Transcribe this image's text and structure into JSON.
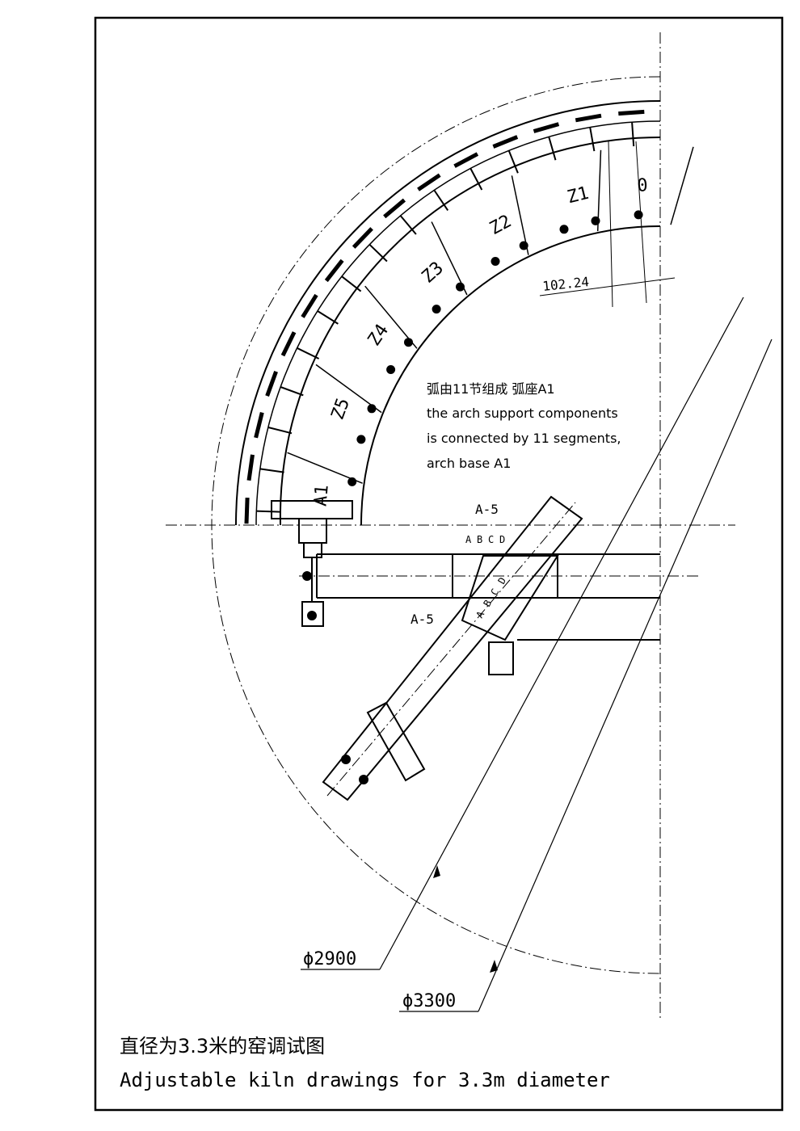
{
  "segments": [
    {
      "label": "0"
    },
    {
      "label": "Z1"
    },
    {
      "label": "Z2"
    },
    {
      "label": "Z3"
    },
    {
      "label": "Z4"
    },
    {
      "label": "Z5"
    },
    {
      "label": "A1"
    }
  ],
  "dimension_value": "102.24",
  "note": {
    "zh": "弧由11节组成 弧座A1",
    "en_line1": "the arch support components",
    "en_line2": "is connected by 11 segments,",
    "en_line3": "arch base A1"
  },
  "section_labels": {
    "upper": "A-5",
    "lower": "A-5",
    "letters_horizontal": [
      "A",
      "B",
      "C",
      "D"
    ],
    "letters_diagonal": [
      "A",
      "B",
      "C",
      "D"
    ]
  },
  "diameters": {
    "inner": "ϕ2900",
    "outer": "ϕ3300"
  },
  "title": {
    "zh": "直径为3.3米的窑调试图",
    "en": "Adjustable kiln drawings for 3.3m diameter"
  }
}
